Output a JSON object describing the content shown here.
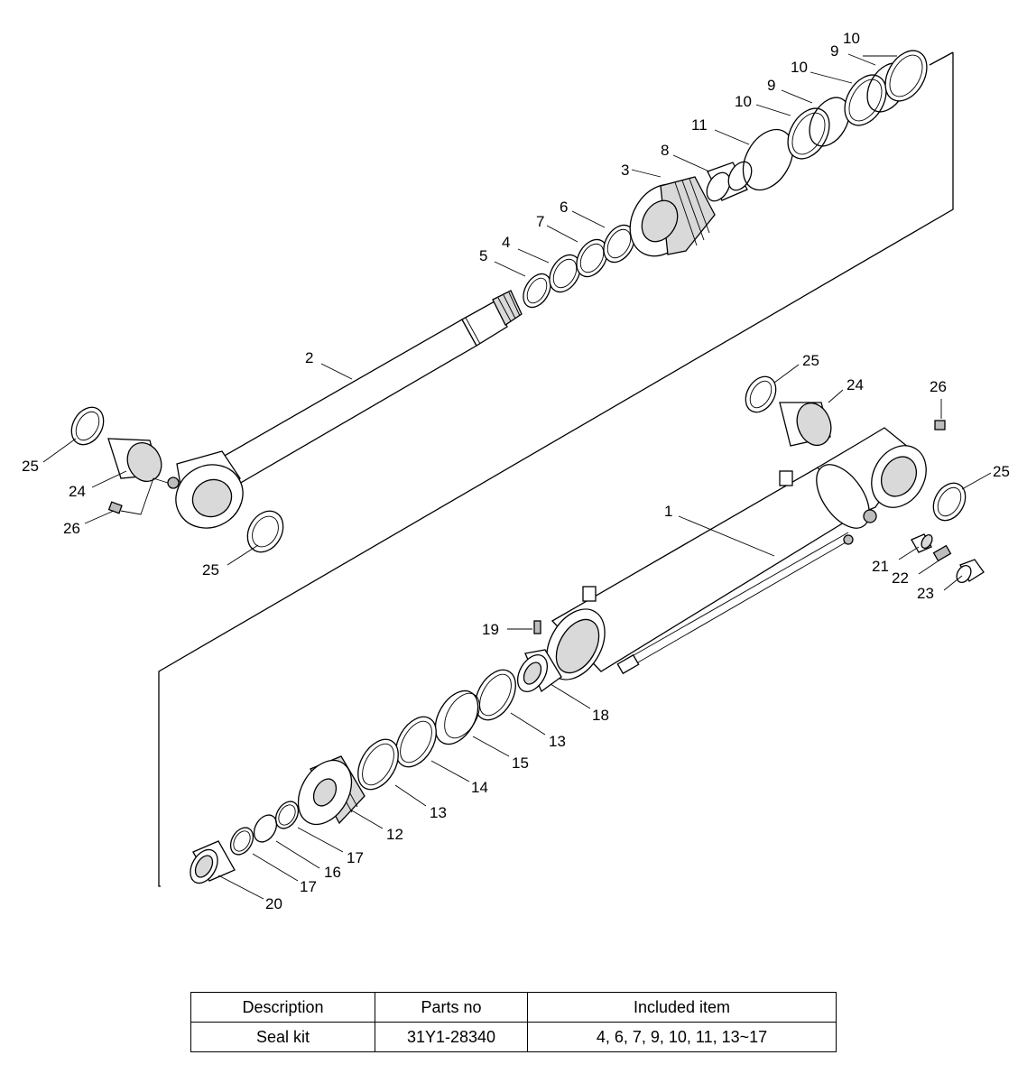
{
  "labels": {
    "l1": "1",
    "l2": "2",
    "l3": "3",
    "l4": "4",
    "l5": "5",
    "l6": "6",
    "l7": "7",
    "l8": "8",
    "l9a": "9",
    "l9b": "9",
    "l10a": "10",
    "l10b": "10",
    "l10c": "10",
    "l11": "11",
    "l12": "12",
    "l13a": "13",
    "l13b": "13",
    "l14": "14",
    "l15": "15",
    "l16": "16",
    "l17a": "17",
    "l17b": "17",
    "l18": "18",
    "l19": "19",
    "l20": "20",
    "l21": "21",
    "l22": "22",
    "l23": "23",
    "l24a": "24",
    "l24b": "24",
    "l25a": "25",
    "l25b": "25",
    "l25c": "25",
    "l25d": "25",
    "l26a": "26",
    "l26b": "26"
  },
  "table": {
    "headers": [
      "Description",
      "Parts no",
      "Included item"
    ],
    "rows": [
      [
        "Seal kit",
        "31Y1-28340",
        "4, 6, 7, 9, 10, 11, 13~17"
      ]
    ]
  }
}
